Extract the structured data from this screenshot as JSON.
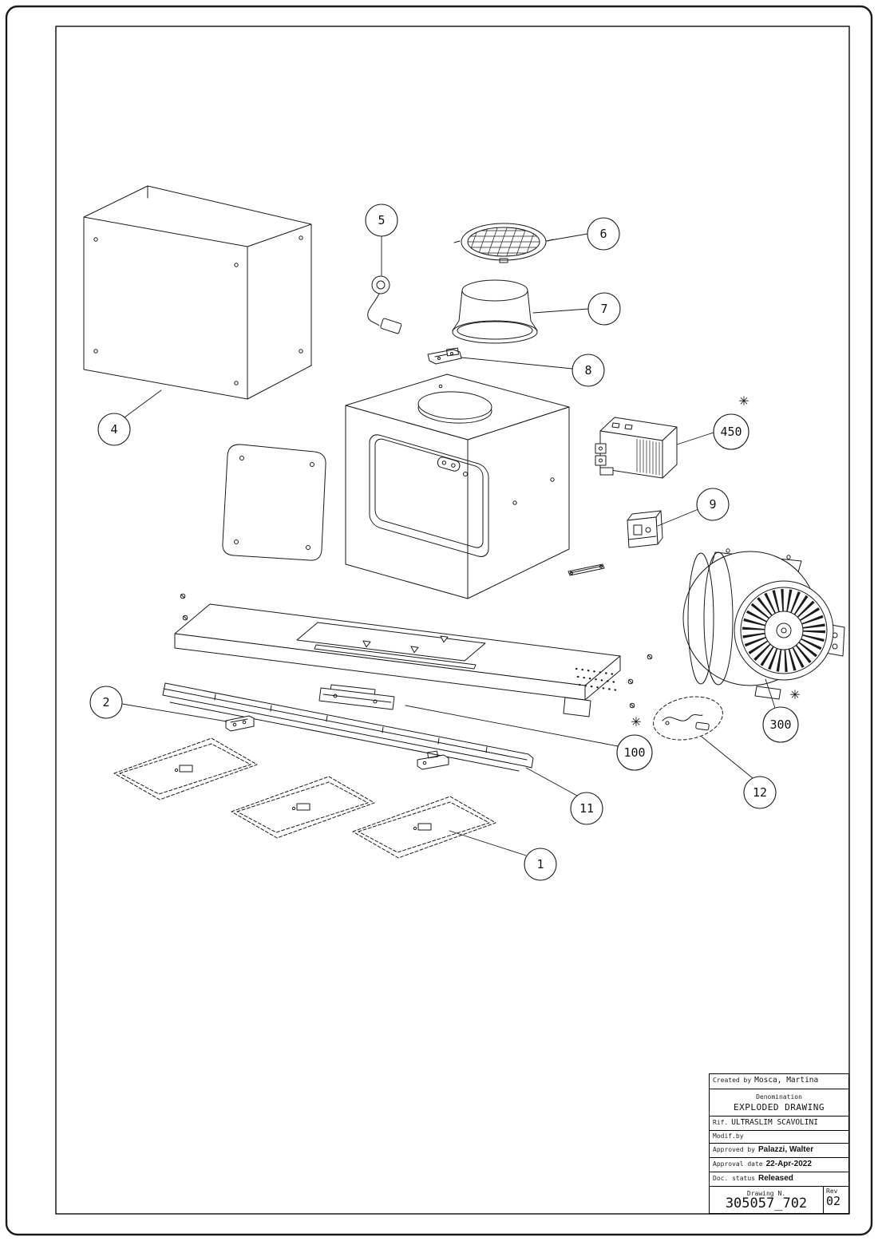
{
  "balloons": [
    {
      "label": "5"
    },
    {
      "label": "6"
    },
    {
      "label": "7"
    },
    {
      "label": "8"
    },
    {
      "label": "450"
    },
    {
      "label": "9"
    },
    {
      "label": "4"
    },
    {
      "label": "2"
    },
    {
      "label": "100"
    },
    {
      "label": "11"
    },
    {
      "label": "12"
    },
    {
      "label": "300"
    },
    {
      "label": "1"
    }
  ],
  "markers": {
    "asterisk": "✳"
  },
  "title_block": {
    "created_by_label": "Created by",
    "created_by_value": "Mosca, Martina",
    "denomination_label": "Denomination",
    "denomination_value": "EXPLODED DRAWING",
    "rif_label": "Rif.",
    "rif_value": "ULTRASLIM SCAVOLINI",
    "modif_by_label": "Modif.by",
    "approved_by_label": "Approved by",
    "approved_by_value": "Palazzi, Walter",
    "approval_date_label": "Approval date",
    "approval_date_value": "22-Apr-2022",
    "doc_status_label": "Doc. status",
    "doc_status_value": "Released",
    "drawing_n_label": "Drawing N.",
    "drawing_n_value": "305057_702",
    "rev_label": "Rev",
    "rev_value": "02"
  }
}
